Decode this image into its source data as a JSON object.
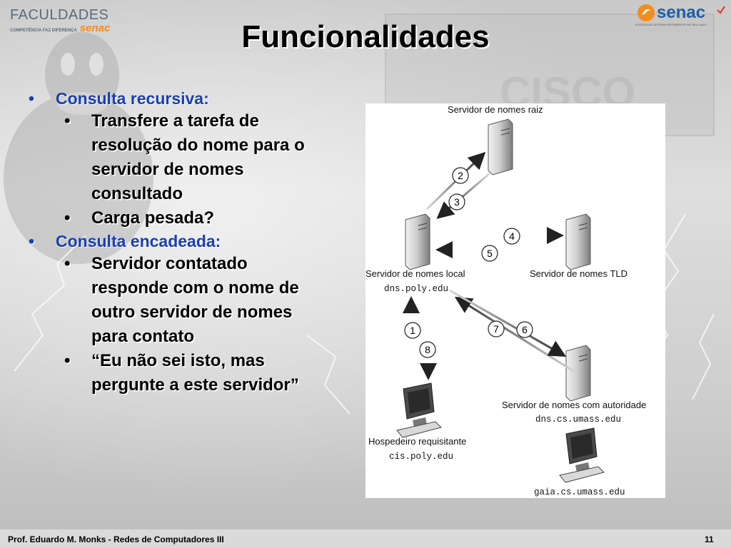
{
  "logos": {
    "left_line1": "FACULDADES",
    "left_line2a": "COMPETÊNCIA FAZ DIFERENÇA",
    "left_line2b": "senac",
    "right_word": "senac",
    "right_tagline": "A FORÇA DO SISTEMA FECOMÉRCIO NO SEU LADO"
  },
  "title": "Funcionalidades",
  "bullets": [
    {
      "text": "Consulta recursiva:",
      "sub": [
        "Transfere a tarefa de resolução do nome para o servidor de nomes consultado",
        "Carga pesada?"
      ]
    },
    {
      "text": "Consulta encadeada:",
      "sub": [
        "Servidor contatado responde com o nome de outro servidor de nomes para contato",
        "“Eu não sei isto, mas pergunte a este servidor”"
      ]
    }
  ],
  "bullet_glyph": "•",
  "diagram": {
    "root_label": "Servidor de nomes raiz",
    "local_label": "Servidor de nomes local",
    "local_host": "dns.poly.edu",
    "tld_label": "Servidor de nomes TLD",
    "auth_label": "Servidor de nomes com autoridade",
    "auth_host": "dns.cs.umass.edu",
    "req_label": "Hospedeiro requisitante",
    "req_host": "cis.poly.edu",
    "dest_host": "gaia.cs.umass.edu",
    "steps": [
      "1",
      "2",
      "3",
      "4",
      "5",
      "6",
      "7",
      "8"
    ]
  },
  "footer": "Prof. Eduardo M. Monks - Redes de Computadores III",
  "page_number": "11",
  "colors": {
    "accent_blue": "#1a3fb0",
    "senac_orange": "#f28c1e",
    "senac_blue": "#1e5fa8"
  }
}
